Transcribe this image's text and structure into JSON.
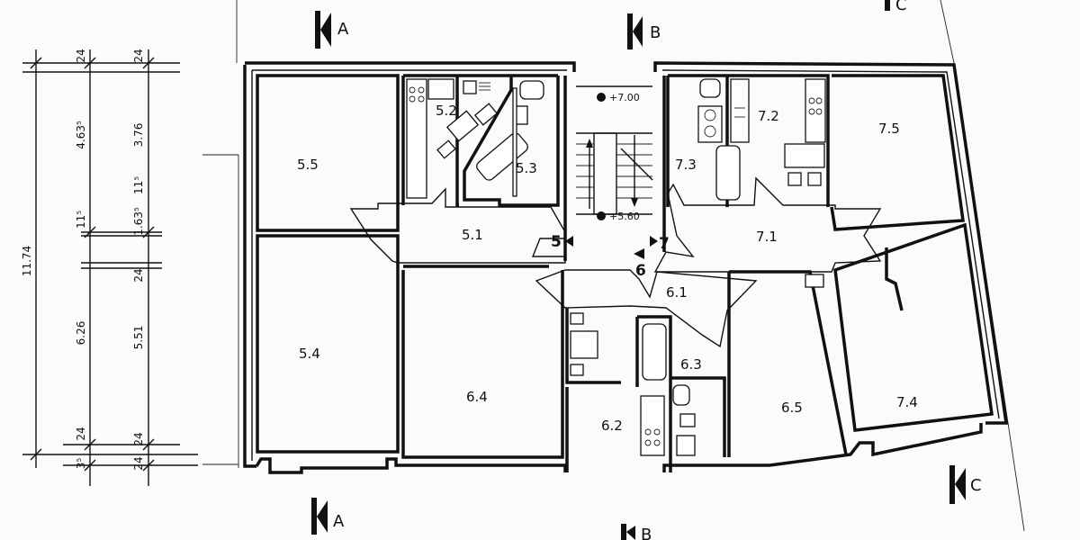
{
  "dimensions": {
    "total": "11.74",
    "left_column": [
      "4.63⁵",
      "11⁵",
      "6.26",
      "24",
      "3⁵",
      "24"
    ],
    "right_column": [
      "24",
      "3.76",
      "11⁵",
      "1.63⁵",
      "24",
      "5.51",
      "24",
      "24"
    ]
  },
  "section_markers": {
    "a_top": "A",
    "b_top": "B",
    "c_top": "C",
    "a_bottom": "A",
    "b_bottom": "B",
    "c_bottom": "C"
  },
  "rooms": {
    "r55": "5.5",
    "r52": "5.2",
    "r53": "5.3",
    "r51": "5.1",
    "r54": "5.4",
    "r64": "6.4",
    "r61": "6.1",
    "r62": "6.2",
    "r63": "6.3",
    "r65": "6.5",
    "r73": "7.3",
    "r72": "7.2",
    "r75": "7.5",
    "r71": "7.1",
    "r74": "7.4"
  },
  "stair": {
    "level_top": "+7.00",
    "level_bottom": "+5.60",
    "arrow_left": "5",
    "arrow_bottom": "6",
    "arrow_right": "7"
  }
}
